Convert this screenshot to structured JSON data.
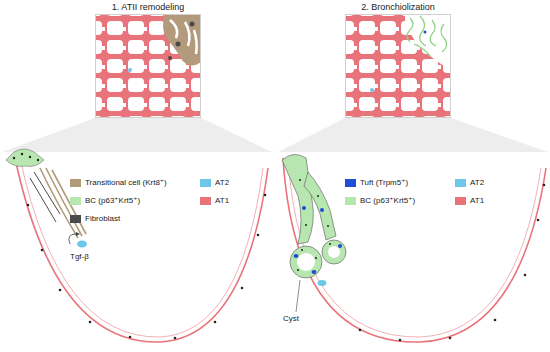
{
  "diagram": {
    "nodes": [
      {
        "text": [
          "1. ATII remodeling"
        ]
      },
      {
        "text": [
          "2. Bronchiolization"
        ]
      }
    ],
    "labels": [
      "Tgf-β",
      "Cyst"
    ],
    "legend": [
      {
        "text": "Transitional cell (Krt8⁺)",
        "color": "#b39a7c"
      },
      {
        "text": "BC (p63⁺Krt5⁺)",
        "color": "#b8e6b0"
      },
      {
        "text": "Fibroblast",
        "color": "#4a4a4a"
      },
      {
        "text": "AT2",
        "color": "#6ec6ea"
      },
      {
        "text": "AT1",
        "color": "#e8737a"
      },
      {
        "text": "Tuft (Trpm5⁺)",
        "color": "#1f4fd6"
      },
      {
        "text": "BC (p63⁺Krt5⁺)",
        "color": "#b8e6b0"
      },
      {
        "text": "AT2",
        "color": "#6ec6ea"
      },
      {
        "text": "AT1",
        "color": "#e8737a"
      }
    ]
  }
}
